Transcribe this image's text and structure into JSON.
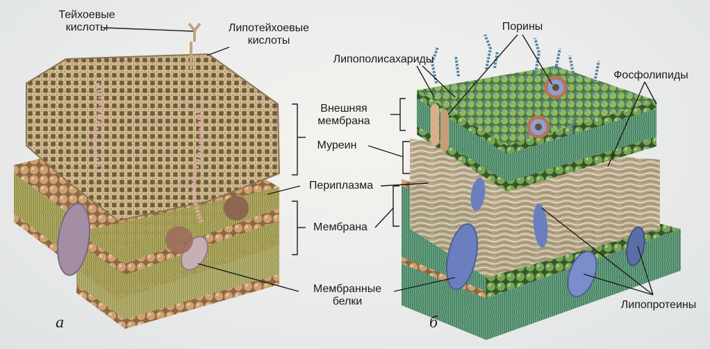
{
  "panels": [
    {
      "letter": "а"
    },
    {
      "letter": "б"
    }
  ],
  "labels_a": {
    "teichoic": [
      "Тейхоевые",
      "кислоты"
    ],
    "lipoteichoic": [
      "Липотейхоевые",
      "кислоты"
    ],
    "membrane_proteins": [
      "Мембранные",
      "белки"
    ]
  },
  "labels_middle": {
    "outer_membrane": [
      "Внешняя",
      "мембрана"
    ],
    "murein": "Муреин",
    "periplasm": "Периплазма",
    "membrane": "Мембрана"
  },
  "labels_b": {
    "porins": "Порины",
    "lps": "Липополисахариды",
    "phospholipids": "Фосфолипиды",
    "lipoproteins": "Липопротеины"
  },
  "colors": {
    "lipid_head": "#c99a6a",
    "lipid_tail": "#a8a05a",
    "murein": "#b8a27a",
    "outer_head": "#6f9a4c",
    "lps": "#4e83a6",
    "protein_a": "#a38ea6",
    "protein_b": "#6b7fbf",
    "line": "#1a1a1a"
  }
}
